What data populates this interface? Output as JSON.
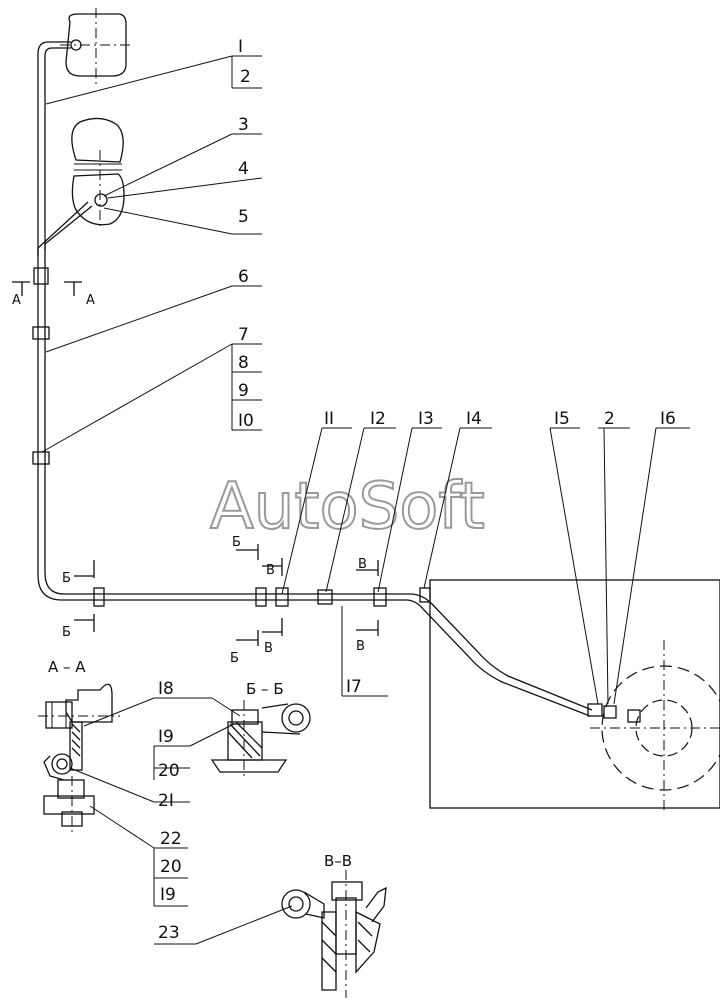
{
  "watermark": "AutoSoft",
  "callouts": {
    "c1": "I",
    "c2": "2",
    "c3": "3",
    "c4": "4",
    "c5": "5",
    "c6": "6",
    "c7": "7",
    "c8": "8",
    "c9": "9",
    "c10": "I0",
    "c11": "II",
    "c12": "I2",
    "c13": "I3",
    "c14": "I4",
    "c15": "I5",
    "c2b": "2",
    "c16": "I6",
    "c17": "I7",
    "c18": "I8",
    "c19a": "I9",
    "c20a": "20",
    "c21": "2I",
    "c22": "22",
    "c20b": "20",
    "c19b": "I9",
    "c23": "23"
  },
  "section_titles": {
    "aa": "A – A",
    "bb": "Б – Б",
    "vv": "В–В"
  },
  "section_marks": {
    "a": "A",
    "b": "Б",
    "v": "В"
  }
}
